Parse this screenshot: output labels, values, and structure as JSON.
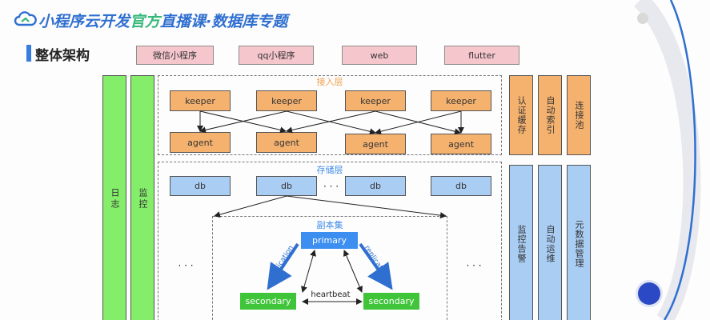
{
  "header": {
    "title_part1": "小程序云开发",
    "title_part2": "官方",
    "title_part3": "直播课·数据库专题",
    "section_title": "整体架构"
  },
  "clients": [
    "微信小程序",
    "qq小程序",
    "web",
    "flutter"
  ],
  "left_columns": [
    "日志",
    "监控"
  ],
  "access_layer": {
    "label": "接入层",
    "keepers": [
      "keeper",
      "keeper",
      "keeper",
      "keeper"
    ],
    "agents": [
      "agent",
      "agent",
      "agent",
      "agent"
    ]
  },
  "storage_layer": {
    "label": "存储层",
    "dbs": [
      "db",
      "db",
      "db",
      "db"
    ],
    "ellipsis": "· · ·"
  },
  "replica_set": {
    "label": "副本集",
    "primary": "primary",
    "secondaries": [
      "secondary",
      "secondary"
    ],
    "replication": "replication",
    "heartbeat": "heartbeat",
    "side_ellipsis": "· · ·"
  },
  "right_orange": [
    "认证缓存",
    "自动索引",
    "连接池"
  ],
  "right_blue": [
    "监控告警",
    "自动运维",
    "元数据管理"
  ],
  "colors": {
    "brand_blue": "#2f6fd0",
    "brand_green": "#36b87a",
    "client_pink": "#f6c6cd",
    "orange": "#f5b26f",
    "blue": "#a9cdf3",
    "green_column": "#84ee6a",
    "db_blue": "#a9cdf3",
    "primary_blue": "#3c8ef0",
    "secondary_green": "#3fc43a",
    "arc_blue": "#2f6fd0"
  },
  "icons": [
    "cloud-logo-icon",
    "section-marker-icon",
    "decor-dot-icon",
    "decor-circle-icon",
    "decor-arc-icon"
  ]
}
